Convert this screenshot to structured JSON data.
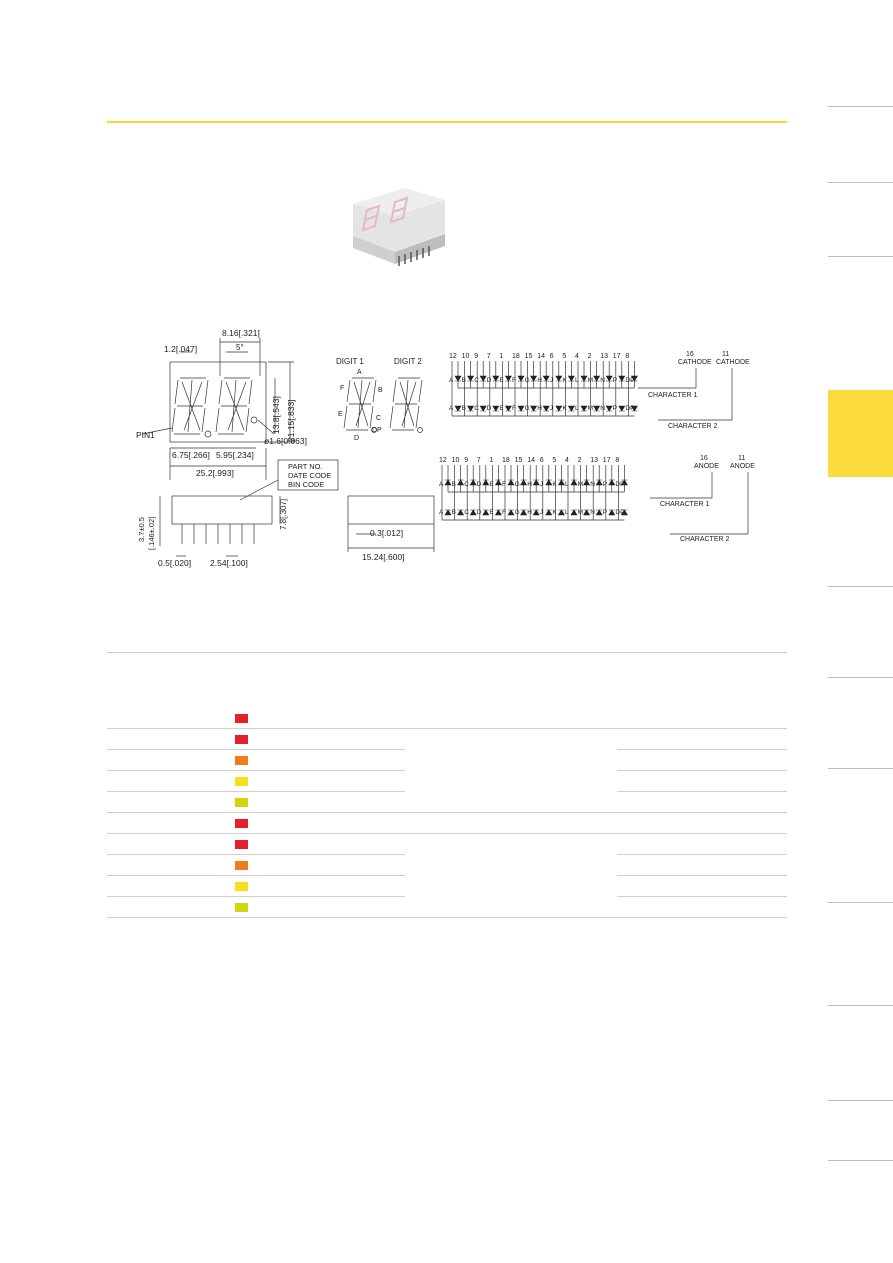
{
  "colors": {
    "accent_yellow": "#f8d92a",
    "side_tab": "#fbdb3c",
    "red": "#e3202c",
    "orange": "#ef7d1a",
    "yellow": "#f9df1b",
    "yellowgreen": "#cfd611"
  },
  "drawing": {
    "front": {
      "dim_top": "8.16[.321]",
      "dim_seg": "1.2[.047]",
      "dim_angle": "5°",
      "dim_h_inner": "13.8[.543]",
      "dim_h_outer": "21.15[.833]",
      "pin1": "PIN1",
      "dim_dp": "ø1.6[0.063]",
      "dim_w1": "6.75[.266]",
      "dim_w2": "5.95[.234]",
      "dim_total": "25.2[.993]"
    },
    "side": {
      "marking_lines": [
        "PART NO.",
        "DATE CODE",
        "BIN CODE"
      ],
      "dim_pin_len": "3.7±0.5",
      "dim_pin_len_in": "[.146±.02]",
      "dim_body_h": "7.8[.307]",
      "dim_pin_w": "0.5[.020]",
      "dim_pitch": "2.54[.100]"
    },
    "end": {
      "dim_t": "0.3[.012]",
      "dim_row": "15.24[.600]"
    },
    "segments": {
      "digit1": "DIGIT 1",
      "digit2": "DIGIT 2",
      "labels": [
        "A",
        "B",
        "C",
        "D",
        "E",
        "F",
        "DP"
      ]
    },
    "circuit": {
      "pins": [
        "12",
        "10",
        "9",
        "7",
        "1",
        "18",
        "15",
        "14",
        "6",
        "5",
        "4",
        "2",
        "13",
        "17",
        "8"
      ],
      "segs": [
        "A",
        "B",
        "C",
        "D",
        "E",
        "F",
        "G",
        "H",
        "J",
        "K",
        "L",
        "M",
        "N",
        "P",
        "DP"
      ],
      "common_pin_1": "16",
      "common_pin_2": "11",
      "cathode": "CATHODE",
      "anode": "ANODE",
      "char1": "CHARACTER 1",
      "char2": "CHARACTER 2"
    }
  },
  "table": {
    "swatches": [
      "red",
      "red",
      "orange",
      "yellow",
      "yellowgreen",
      "red",
      "red",
      "orange",
      "yellow",
      "yellowgreen"
    ]
  }
}
